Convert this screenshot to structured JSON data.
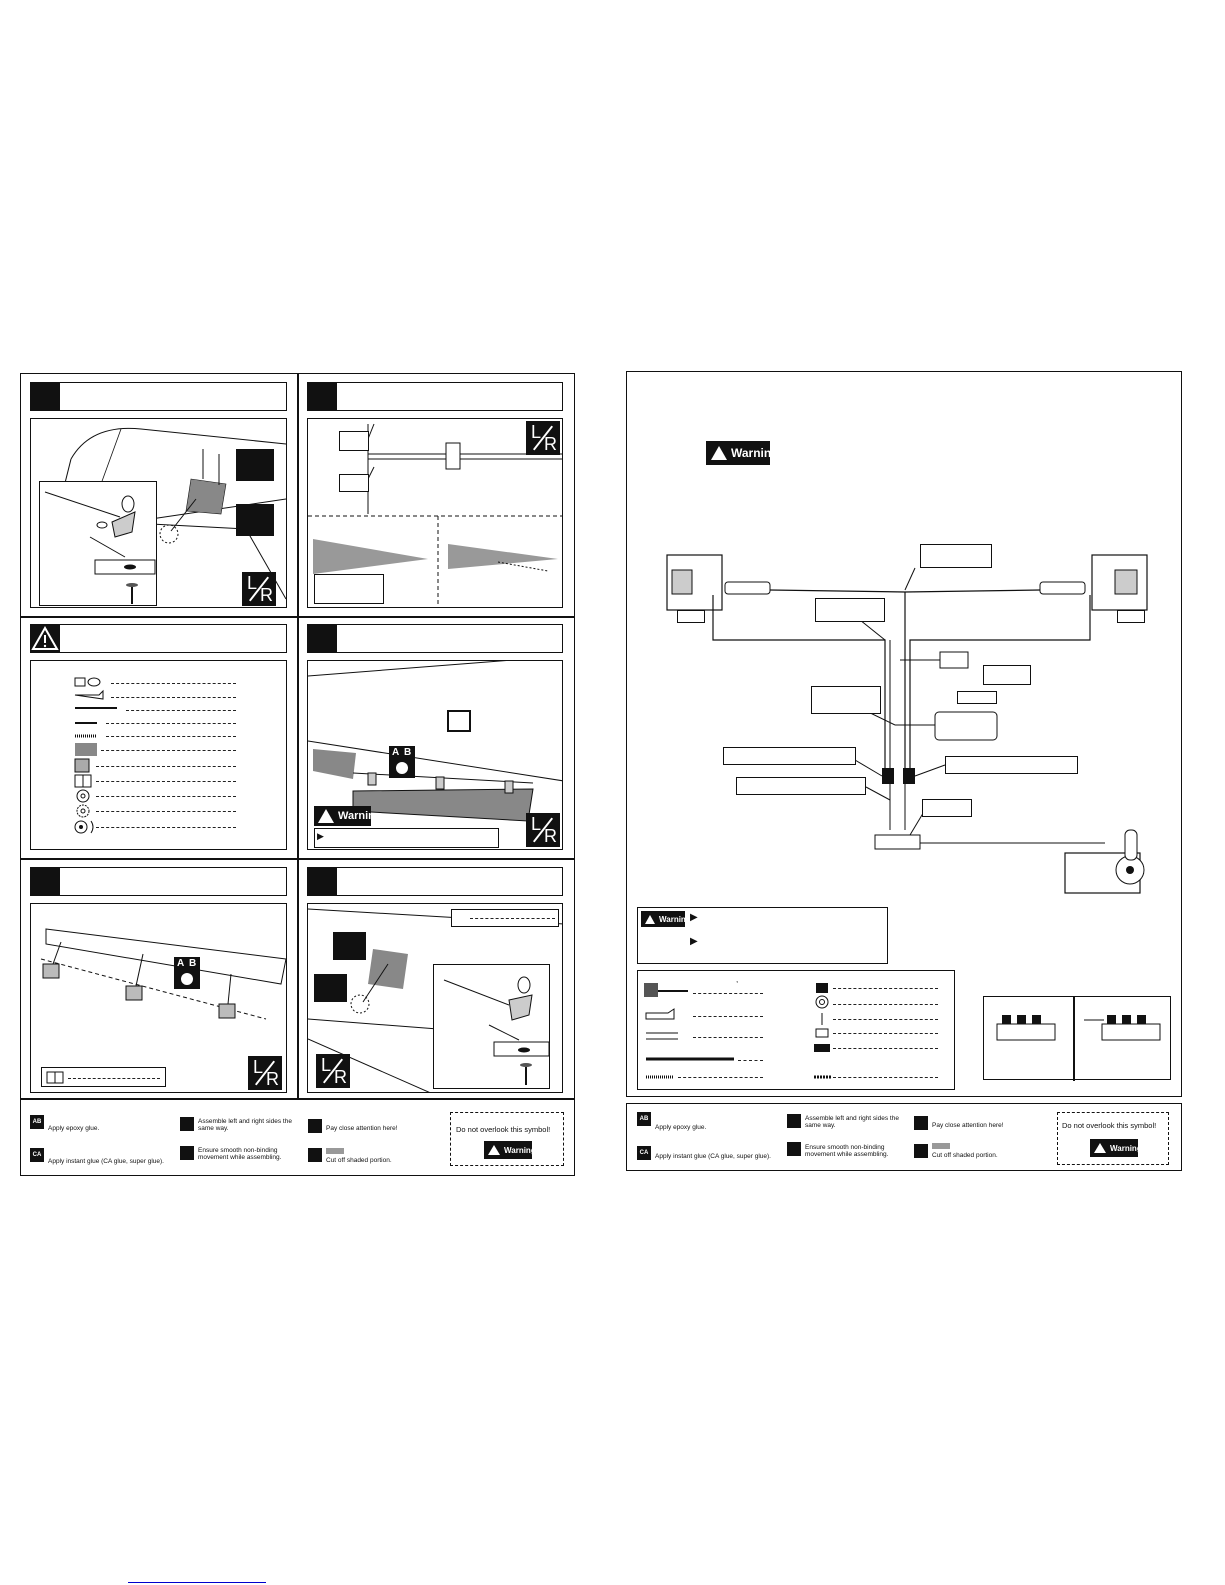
{
  "left_page": {
    "lr_label_l": "L",
    "lr_label_r": "R",
    "ab_label_a": "A",
    "ab_label_b": "B",
    "warning_badge_short": "Warnin",
    "parts_arrow": "▶"
  },
  "right_page": {
    "warning_badge": "Warning!",
    "bottom_warning_badge": "Warning!",
    "arrow": "▶",
    "stray_mark": ","
  },
  "legend": {
    "epoxy": "Apply epoxy glue.",
    "instant": "Apply instant glue (CA glue, super glue).",
    "assemble_lr": "Assemble left and right sides the same way.",
    "smooth": "Ensure smooth non-binding movement while assembling.",
    "attention": "Pay close attention here!",
    "cutoff": "Cut off shaded portion.",
    "overlook": "Do not overlook this symbol!",
    "warning": "Warning!",
    "ab_icon": "AB",
    "ca_icon": "CA"
  }
}
